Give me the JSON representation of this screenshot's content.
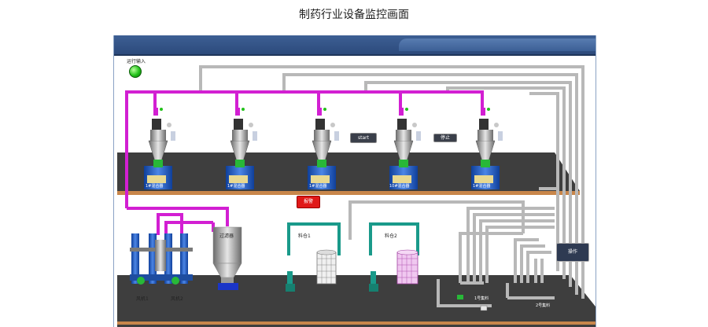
{
  "page": {
    "title": "制药行业设备监控画面"
  },
  "status": {
    "label": "运行输入",
    "lamp_color": "#22c21a"
  },
  "mixers": [
    {
      "label": "1#混合器"
    },
    {
      "label": "1#混合器"
    },
    {
      "label": "1#混合器"
    },
    {
      "label": "10#混合器"
    },
    {
      "label": "1#混合器"
    }
  ],
  "buttons": {
    "start": "start",
    "stop": "停止",
    "alarm": "报警",
    "panel": "操作"
  },
  "lower": {
    "fan1": "风机1",
    "fan2": "风机2",
    "filter": "过滤器",
    "tank1": "料仓1",
    "tank2": "料仓2",
    "manifold1": "1号集料",
    "manifold2": "2号集料"
  },
  "colors": {
    "pipe_gray": "#b8b8b8",
    "pipe_magenta": "#d21fd2",
    "floor": "#3e3e3e",
    "alarm": "#e01818",
    "header": "#2e4c7e"
  }
}
